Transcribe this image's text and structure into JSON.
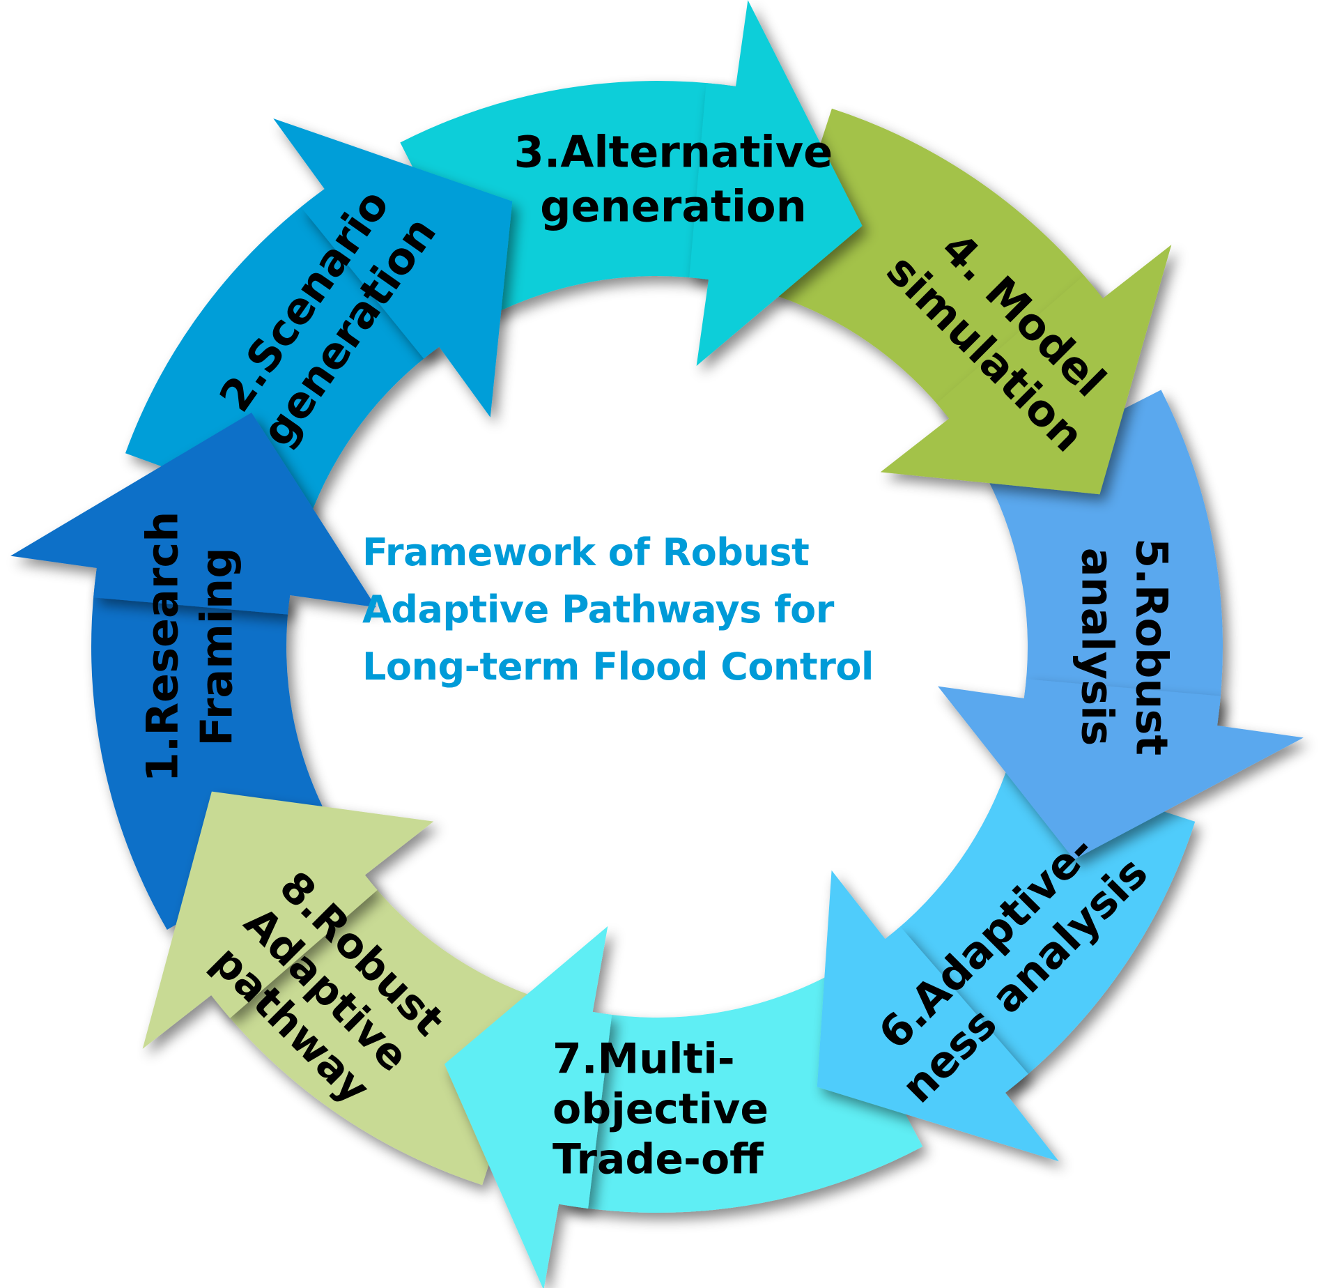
{
  "title": {
    "lines": [
      "Framework of Robust",
      "Adaptive Pathways for",
      "Long-term Flood Control"
    ],
    "color": "#009BD8"
  },
  "steps": [
    {
      "number": 1,
      "lines": [
        "1.Research",
        "Framing"
      ],
      "color": "#1170C8"
    },
    {
      "number": 2,
      "lines": [
        "2.Scenario",
        "generation"
      ],
      "color": "#039ED8"
    },
    {
      "number": 3,
      "lines": [
        "3.Alternative",
        "generation"
      ],
      "color": "#0DCED9"
    },
    {
      "number": 4,
      "lines": [
        "4. Model",
        "simulation"
      ],
      "color": "#A3C24A"
    },
    {
      "number": 5,
      "lines": [
        "5.Robust",
        "analysis"
      ],
      "color": "#5AA8EE"
    },
    {
      "number": 6,
      "lines": [
        "6.Adaptive-",
        "ness analysis"
      ],
      "color": "#50CCFB"
    },
    {
      "number": 7,
      "lines": [
        "7.Multi-",
        "objective",
        "Trade-off"
      ],
      "color": "#5EEEF4"
    },
    {
      "number": 8,
      "lines": [
        "8.Robust",
        "Adaptive",
        "pathway"
      ],
      "color": "#C8DA94"
    }
  ],
  "flow_direction": "clockwise"
}
